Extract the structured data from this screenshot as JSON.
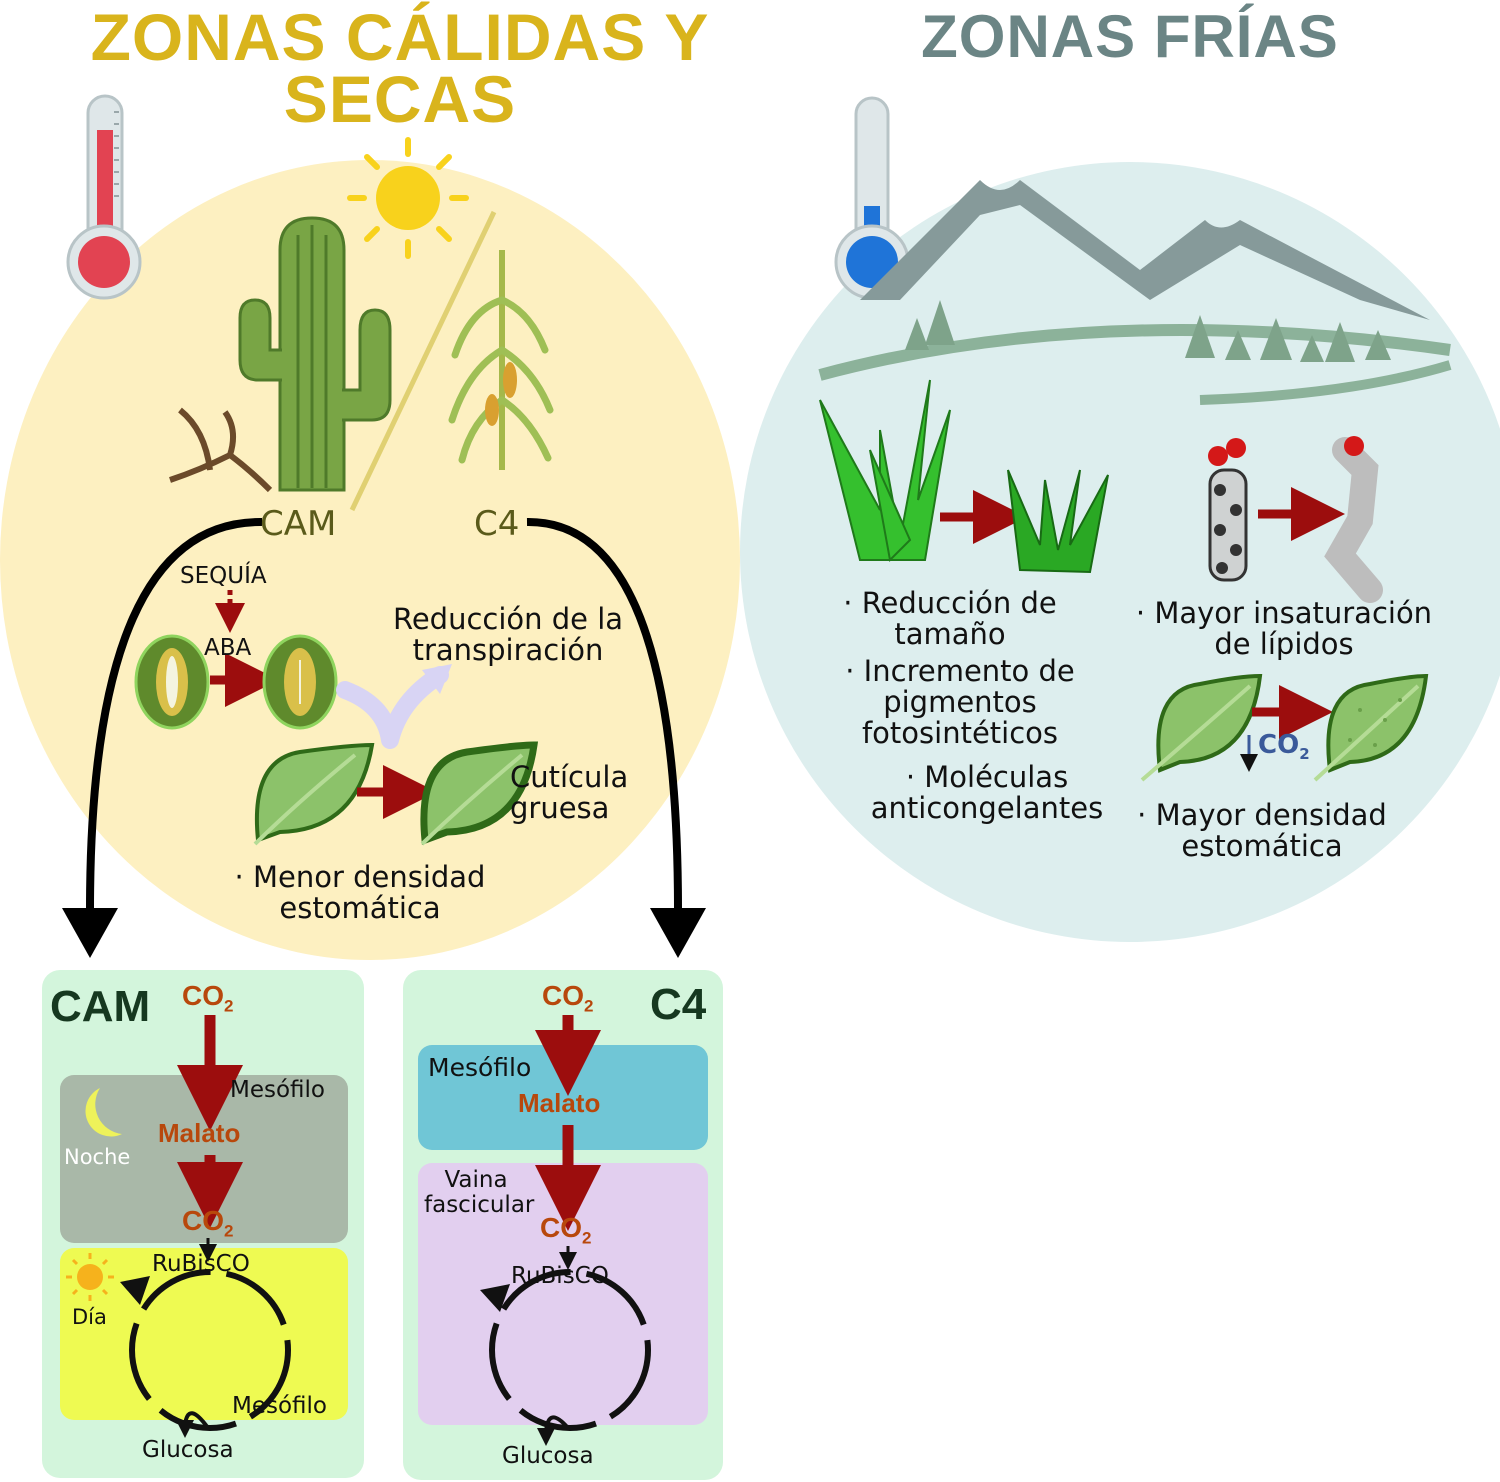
{
  "titles": {
    "warm_line1": "ZONAS CÁLIDAS Y",
    "warm_line2": "SECAS",
    "cold": "ZONAS FRÍAS"
  },
  "warm": {
    "pathway_cam": "CAM",
    "pathway_c4": "C4",
    "drought": "SEQUÍA",
    "aba": "ABA",
    "transpiration_line1": "Reducción de la",
    "transpiration_line2": "transpiración",
    "cuticle_line1": "Cutícula",
    "cuticle_line2": "gruesa",
    "stomatal_line1": "· Menor densidad",
    "stomatal_line2": "estomática"
  },
  "cold": {
    "size_line1": "· Reducción de",
    "size_line2": "tamaño",
    "pigments_line1": "· Incremento de",
    "pigments_line2": "pigmentos",
    "pigments_line3": "fotosintéticos",
    "antifreeze_line1": "· Moléculas",
    "antifreeze_line2": "anticongelantes",
    "lipids_line1": "· Mayor insaturación",
    "lipids_line2": "de lípidos",
    "co2_down": "CO",
    "co2_sub": "2",
    "stomatal_line1": "· Mayor densidad",
    "stomatal_line2": "estomática"
  },
  "cam_box": {
    "title": "CAM",
    "co2_top": "CO",
    "co2_top_sub": "2",
    "mesophyll_top": "Mesófilo",
    "malate": "Malato",
    "night": "Noche",
    "co2_mid": "CO",
    "co2_mid_sub": "2",
    "rubisco": "RuBisCO",
    "day": "Día",
    "mesophyll_bottom": "Mesófilo",
    "glucose": "Glucosa"
  },
  "c4_box": {
    "title": "C4",
    "co2_top": "CO",
    "co2_top_sub": "2",
    "mesophyll": "Mesófilo",
    "malate": "Malato",
    "sheath_line1": "Vaina",
    "sheath_line2": "fascicular",
    "co2_mid": "CO",
    "co2_mid_sub": "2",
    "rubisco": "RuBisCO",
    "glucose": "Glucosa"
  },
  "colors": {
    "warm_bg": "#fdf0c1",
    "cold_bg": "#ddeeee",
    "warm_title": "#d9b41c",
    "cold_title": "#6b8585",
    "box_bg": "#d3f5dc",
    "night_panel": "#a9b8a8",
    "day_panel": "#eefa52",
    "mesophyll_panel": "#70c6d6",
    "sheath_panel": "#e2cfef",
    "arrow_red": "#9c0d0d",
    "co2_orange": "#b8480c"
  }
}
